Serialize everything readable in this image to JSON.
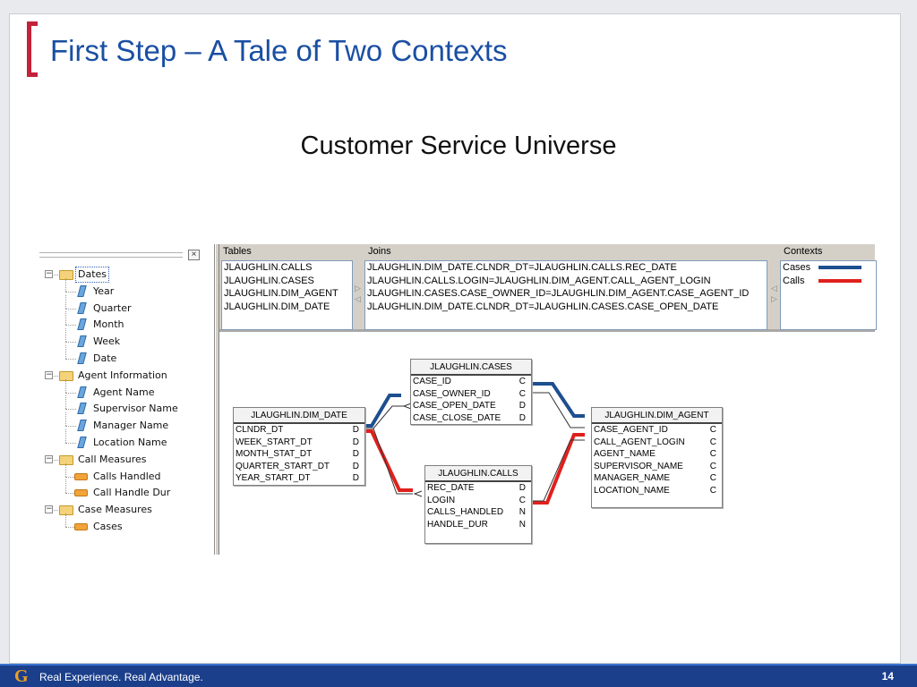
{
  "slide": {
    "title": "First Step – A Tale of Two Contexts",
    "subtitle": "Customer Service Universe",
    "accent_color": "#c3223a",
    "title_color": "#1a4fa3"
  },
  "tree": {
    "close_glyph": "×",
    "items": [
      {
        "label": "Dates",
        "type": "folder",
        "expanded": true,
        "selected": true
      },
      {
        "label": "Year",
        "type": "dimension"
      },
      {
        "label": "Quarter",
        "type": "dimension"
      },
      {
        "label": "Month",
        "type": "dimension"
      },
      {
        "label": "Week",
        "type": "dimension"
      },
      {
        "label": "Date",
        "type": "dimension"
      },
      {
        "label": "Agent Information",
        "type": "folder",
        "expanded": true
      },
      {
        "label": "Agent Name",
        "type": "dimension"
      },
      {
        "label": "Supervisor Name",
        "type": "dimension"
      },
      {
        "label": "Manager Name",
        "type": "dimension"
      },
      {
        "label": "Location Name",
        "type": "dimension"
      },
      {
        "label": "Call Measures",
        "type": "folder",
        "expanded": true
      },
      {
        "label": "Calls Handled",
        "type": "measure"
      },
      {
        "label": "Call Handle Dur",
        "type": "measure"
      },
      {
        "label": "Case Measures",
        "type": "folder",
        "expanded": true
      },
      {
        "label": "Cases",
        "type": "measure"
      }
    ]
  },
  "panels": {
    "tables_header": "Tables",
    "joins_header": "Joins",
    "contexts_header": "Contexts",
    "tables": [
      "JLAUGHLIN.CALLS",
      "JLAUGHLIN.CASES",
      "JLAUGHLIN.DIM_AGENT",
      "JLAUGHLIN.DIM_DATE"
    ],
    "joins": [
      "JLAUGHLIN.DIM_DATE.CLNDR_DT=JLAUGHLIN.CALLS.REC_DATE",
      "JLAUGHLIN.CALLS.LOGIN=JLAUGHLIN.DIM_AGENT.CALL_AGENT_LOGIN",
      "JLAUGHLIN.CASES.CASE_OWNER_ID=JLAUGHLIN.DIM_AGENT.CASE_AGENT_ID",
      "JLAUGHLIN.DIM_DATE.CLNDR_DT=JLAUGHLIN.CASES.CASE_OPEN_DATE"
    ],
    "contexts": [
      {
        "label": "Cases",
        "color": "#1d4f8f"
      },
      {
        "label": "Calls",
        "color": "#e0201d"
      }
    ]
  },
  "diagram": {
    "tables": {
      "cases": {
        "name": "JLAUGHLIN.CASES",
        "columns": [
          {
            "name": "CASE_ID",
            "type": "C"
          },
          {
            "name": "CASE_OWNER_ID",
            "type": "C"
          },
          {
            "name": "CASE_OPEN_DATE",
            "type": "D"
          },
          {
            "name": "CASE_CLOSE_DATE",
            "type": "D"
          }
        ]
      },
      "dim_date": {
        "name": "JLAUGHLIN.DIM_DATE",
        "columns": [
          {
            "name": "CLNDR_DT",
            "type": "D"
          },
          {
            "name": "WEEK_START_DT",
            "type": "D"
          },
          {
            "name": "MONTH_STAT_DT",
            "type": "D"
          },
          {
            "name": "QUARTER_START_DT",
            "type": "D"
          },
          {
            "name": "YEAR_START_DT",
            "type": "D"
          }
        ]
      },
      "calls": {
        "name": "JLAUGHLIN.CALLS",
        "columns": [
          {
            "name": "REC_DATE",
            "type": "D"
          },
          {
            "name": "LOGIN",
            "type": "C"
          },
          {
            "name": "CALLS_HANDLED",
            "type": "N"
          },
          {
            "name": "HANDLE_DUR",
            "type": "N"
          }
        ]
      },
      "dim_agent": {
        "name": "JLAUGHLIN.DIM_AGENT",
        "columns": [
          {
            "name": "CASE_AGENT_ID",
            "type": "C"
          },
          {
            "name": "CALL_AGENT_LOGIN",
            "type": "C"
          },
          {
            "name": "AGENT_NAME",
            "type": "C"
          },
          {
            "name": "SUPERVISOR_NAME",
            "type": "C"
          },
          {
            "name": "MANAGER_NAME",
            "type": "C"
          },
          {
            "name": "LOCATION_NAME",
            "type": "C"
          }
        ]
      }
    }
  },
  "footer": {
    "logo": "G",
    "tagline": "Real Experience. Real Advantage.",
    "page_number": "14",
    "bar_color": "#1b3f8b",
    "logo_color": "#f0a020"
  }
}
